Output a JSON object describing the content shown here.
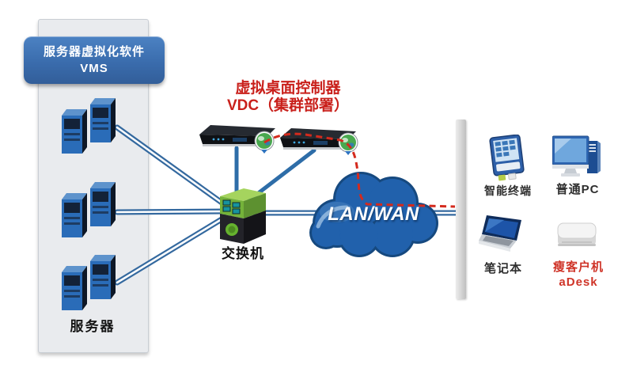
{
  "diagram": {
    "vms_panel": {
      "header_line1": "服务器虚拟化软件",
      "header_line2": "VMS",
      "servers_label": "服务器"
    },
    "vdc": {
      "title_line1": "虚拟桌面控制器",
      "title_line2": "VDC（集群部署）"
    },
    "switch": {
      "label": "交换机"
    },
    "cloud": {
      "label": "LAN/WAN"
    },
    "clients": [
      {
        "label": "智能终端"
      },
      {
        "label": "普通PC"
      },
      {
        "label": "笔记本"
      },
      {
        "label": "瘦客户机",
        "sublabel": "aDesk"
      }
    ],
    "colors": {
      "badge_blue": "#3a6cad",
      "accent_red": "#c9201b",
      "cloud_blue": "#2161ac",
      "switch_green": "#74b23a",
      "line_blue": "#34699f",
      "dashed_red": "#d42a1d"
    }
  }
}
